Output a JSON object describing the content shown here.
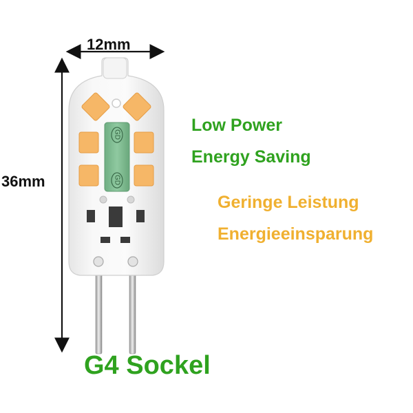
{
  "dimensions": {
    "width_label": "12mm",
    "height_label": "36mm"
  },
  "features": {
    "english_line1": "Low Power",
    "english_line2": "Energy Saving",
    "german_line1": "Geringe Leistung",
    "german_line2": "Energieeinsparung"
  },
  "socket_label": "G4 Sockel",
  "chip_marking": "GD",
  "colors": {
    "green_text": "#2fa21f",
    "orange_text": "#f0b030",
    "led_color": "#f6b767",
    "chip_green": "#7fbf92",
    "body_white": "#f2f2f2",
    "arrow_black": "#111111"
  }
}
